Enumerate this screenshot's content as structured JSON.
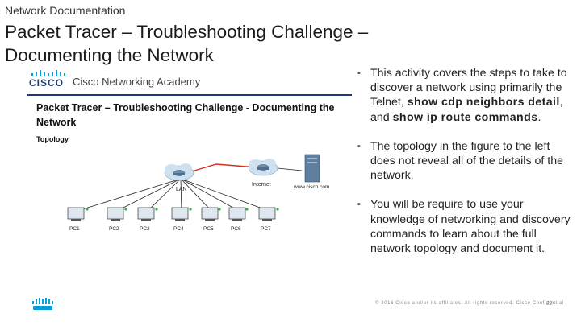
{
  "slide": {
    "section_label": "Network Documentation",
    "title": "Packet Tracer – Troubleshooting Challenge – Documenting the Network"
  },
  "document_image": {
    "logo_text": "CISCO",
    "academy_name": "Cisco Networking Academy",
    "title": "Packet Tracer – Troubleshooting Challenge - Documenting the Network",
    "section_heading": "Topology",
    "topology": {
      "nodes": [
        "LAN",
        "Internet",
        "www.cisco.com"
      ],
      "pcs": [
        "PC1",
        "PC2",
        "PC3",
        "PC4",
        "PC5",
        "PC6",
        "PC7"
      ]
    }
  },
  "bullets": [
    {
      "text_before": "This activity covers the steps to take to discover a network using primarily the Telnet, ",
      "kw1": "show cdp neighbors detail",
      "text_middle": ", and ",
      "kw2": "show ip route commands",
      "text_after": "."
    },
    {
      "text": "The topology in the figure to the left does not reveal all of the details of the network."
    },
    {
      "text": "You will be require to use your knowledge of networking and discovery commands to learn about the full network topology and document it."
    }
  ],
  "footer": {
    "legal": "© 2016 Cisco and/or its affiliates. All rights reserved. Cisco Confidential",
    "page_number": "22"
  },
  "colors": {
    "cisco_blue": "#1f3b73",
    "logo_cyan": "#049fd9",
    "red_link": "#d62d20"
  },
  "icons": [
    "cisco-bridge-logo-icon",
    "router-icon",
    "cloud-icon",
    "server-icon",
    "pc-icon"
  ]
}
